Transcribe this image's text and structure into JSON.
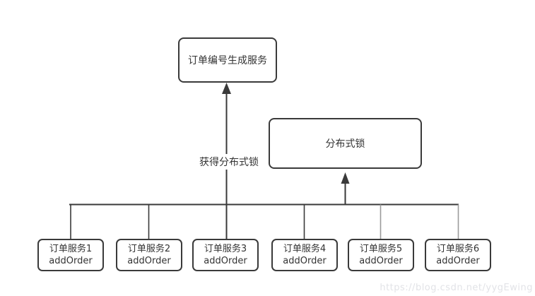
{
  "diagram": {
    "title_box_label": "订单编号生成服务",
    "lock_box_label": "分布式锁",
    "edge_label": "获得分布式锁",
    "services": [
      {
        "name": "订单服务1",
        "method": "addOrder"
      },
      {
        "name": "订单服务2",
        "method": "addOrder"
      },
      {
        "name": "订单服务3",
        "method": "addOrder"
      },
      {
        "name": "订单服务4",
        "method": "addOrder"
      },
      {
        "name": "订单服务5",
        "method": "addOrder"
      },
      {
        "name": "订单服务6",
        "method": "addOrder"
      }
    ],
    "watermark": "https://blog.csdn.net/yygEwing",
    "colors": {
      "line": "#3a3a3a",
      "line_light": "#9b9b9b",
      "box_border": "#3a3a3a",
      "text": "#333333",
      "watermark": "#e2e3e7"
    }
  }
}
